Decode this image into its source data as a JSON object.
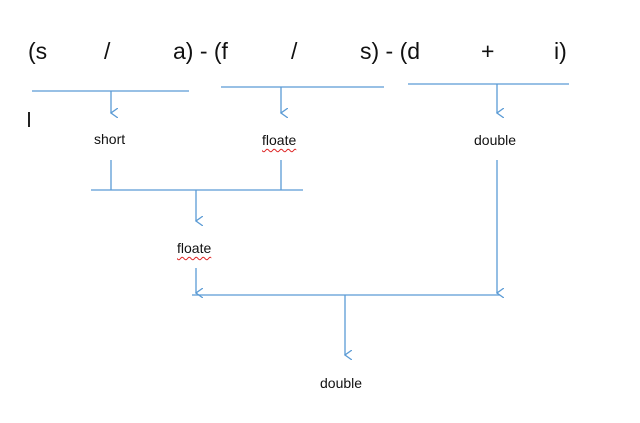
{
  "expression": {
    "s": "(s",
    "div1": "/",
    "a_minus_f": "a) - (f",
    "div2": "/",
    "s_minus_d": "s) - (d",
    "plus": "+",
    "i": "i)"
  },
  "labels": {
    "short": "short",
    "floate_top": "floate",
    "double_top": "double",
    "floate_mid": "floate",
    "double_bottom": "double"
  },
  "colors": {
    "line": "#5b9bd5",
    "spell_underline": "#d22222"
  }
}
